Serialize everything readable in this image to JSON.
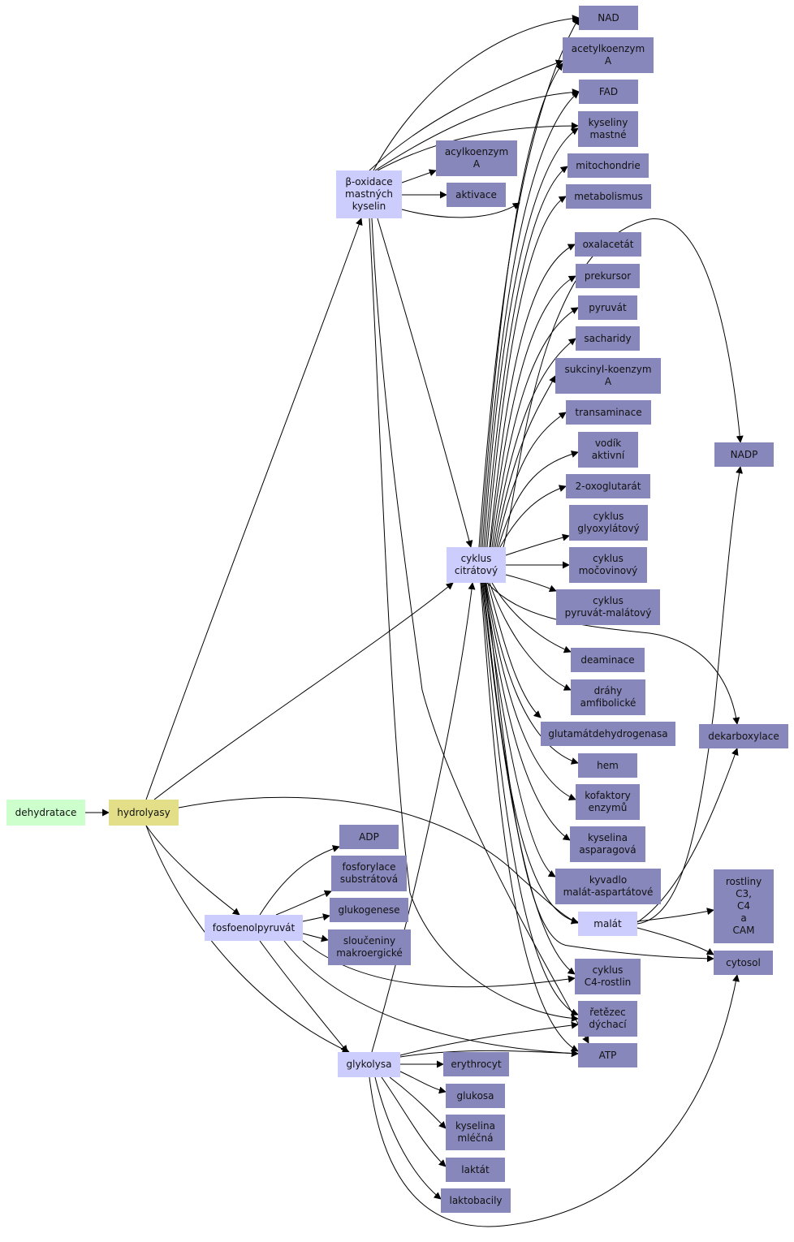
{
  "colors": {
    "leaf": "#8787bb",
    "hub": "#cccdfc",
    "start": "#ccffcc",
    "focus": "#e3df88",
    "edge": "#000000"
  },
  "nodes": {
    "dehydratace": "dehydratace",
    "hydrolyasy": "hydrolyasy",
    "beta_oxidace": "β-oxidace\nmastných\nkyselin",
    "cyklus_citratovy": "cyklus\ncitrátový",
    "fosfoenolpyruvat": "fosfoenolpyruvát",
    "glykolysa": "glykolysa",
    "malat": "malát",
    "nad": "NAD",
    "acetylkoenzym_a": "acetylkoenzym\nA",
    "fad": "FAD",
    "kyseliny_mastne": "kyseliny\nmastné",
    "acylkoenzym_a": "acylkoenzym\nA",
    "aktivace": "aktivace",
    "mitochondrie": "mitochondrie",
    "metabolismus": "metabolismus",
    "oxalacetat": "oxalacetát",
    "prekursor": "prekursor",
    "pyruvat": "pyruvát",
    "sacharidy": "sacharidy",
    "sukcinyl_koenzym_a": "sukcinyl-koenzym\nA",
    "transaminace": "transaminace",
    "vodik_aktivni": "vodík\naktivní",
    "oxoglutarat": "2-oxoglutarát",
    "cyklus_glyoxylatovy": "cyklus\nglyoxylátový",
    "cyklus_mocovinovy": "cyklus\nmočovinový",
    "cyklus_pyruvat_malatovy": "cyklus\npyruvát-malátový",
    "deaminace": "deaminace",
    "drahy_amfibolicke": "dráhy\namfibolické",
    "glutamatdehydrogenasa": "glutamátdehydrogenasa",
    "hem": "hem",
    "kofaktory_enzymu": "kofaktory\nenzymů",
    "kyselina_asparagova": "kyselina\nasparagová",
    "kyvadlo": "kyvadlo\nmalát-aspartátové",
    "nadp": "NADP",
    "dekarboxylace": "dekarboxylace",
    "rostliny": "rostliny\nC3,\nC4\na\nCAM",
    "cytosol": "cytosol",
    "cyklus_c4": "cyklus\nC4-rostlin",
    "retezec_dychaci": "řetězec\ndýchací",
    "atp": "ATP",
    "adp": "ADP",
    "fosforylace": "fosforylace\nsubstrátová",
    "glukogenese": "glukogenese",
    "slouceniny": "sloučeniny\nmakroergické",
    "erythrocyt": "erythrocyt",
    "glukosa": "glukosa",
    "kyselina_mlecna": "kyselina\nmléčná",
    "laktat": "laktát",
    "laktobacily": "laktobacily"
  }
}
